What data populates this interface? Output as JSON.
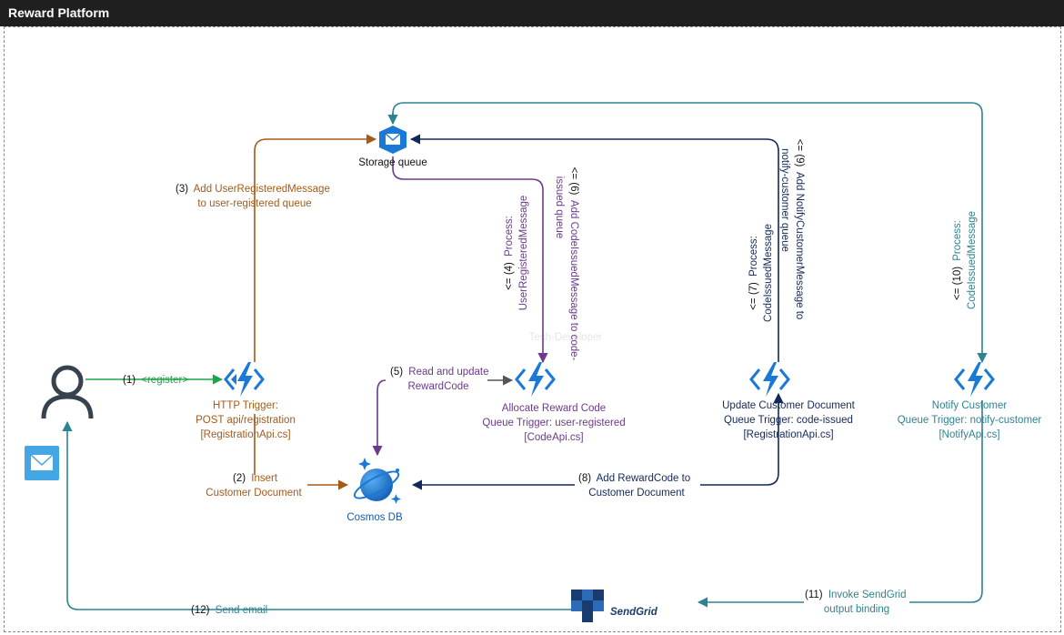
{
  "title": "Reward Platform",
  "watermark": "Tech-Developer",
  "colors": {
    "green": "#21a34a",
    "orange": "#a55a16",
    "navy": "#13285a",
    "purple": "#6b3a8c",
    "teal": "#2e8392",
    "azure": "#1a78d6",
    "gray": "#555555"
  },
  "nodes": {
    "user": {
      "icon": "user-icon"
    },
    "email": {
      "icon": "email-icon"
    },
    "storage": {
      "icon": "storage-queue-icon",
      "label": "Storage queue"
    },
    "cosmos": {
      "icon": "cosmos-db-icon",
      "label": "Cosmos DB"
    },
    "sendgrid": {
      "icon": "sendgrid-logo-icon",
      "label": "SendGrid"
    },
    "http": {
      "icon": "azure-function-icon",
      "lines": [
        "HTTP Trigger:",
        "POST api/registration",
        "[RegistrationApi.cs]"
      ]
    },
    "allocate": {
      "icon": "azure-function-icon",
      "lines": [
        "Allocate Reward Code",
        "Queue Trigger: user-registered",
        "[CodeApi.cs]"
      ]
    },
    "update": {
      "icon": "azure-function-icon",
      "lines": [
        "Update Customer Document",
        "Queue Trigger: code-issued",
        "[RegistrationApi.cs]"
      ]
    },
    "notify": {
      "icon": "azure-function-icon",
      "lines": [
        "Notify Customer",
        "Queue Trigger: notify-customer",
        "[NotifyApi.cs]"
      ]
    }
  },
  "steps": {
    "s1": {
      "num": "(1)",
      "text": "<register>"
    },
    "s2": {
      "num": "(2)",
      "lines": [
        "Insert",
        "Customer Document"
      ]
    },
    "s3": {
      "num": "(3)",
      "lines": [
        "Add UserRegisteredMessage",
        "to user-registered queue"
      ]
    },
    "s4": {
      "prefix": "<= (4)",
      "lines": [
        "Process:",
        "UserRegisteredMessage"
      ]
    },
    "s5": {
      "num": "(5)",
      "lines": [
        "Read and update",
        "RewardCode"
      ]
    },
    "s6": {
      "prefix": "<= (6)",
      "lines": [
        "Add CodeIssuedMessage to code-",
        "issued queue"
      ]
    },
    "s7": {
      "prefix": "<= (7)",
      "lines": [
        "Process:",
        "CodeIssuedMessage"
      ]
    },
    "s8": {
      "num": "(8)",
      "lines": [
        "Add RewardCode to",
        "Customer Document"
      ]
    },
    "s9": {
      "prefix": "<= (9)",
      "lines": [
        "Add NotifyCustomerMessage to",
        "notify-customer queue"
      ]
    },
    "s10": {
      "prefix": "<= (10)",
      "lines": [
        "Process:",
        "CodeIssuedMessage"
      ]
    },
    "s11": {
      "num": "(11)",
      "lines": [
        "Invoke SendGrid",
        "output binding"
      ]
    },
    "s12": {
      "num": "(12)",
      "text": "Send email"
    }
  }
}
